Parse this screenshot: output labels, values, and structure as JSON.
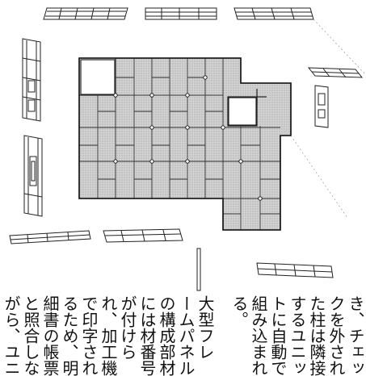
{
  "text_columns": [
    "き、チェッ",
    "クを外され",
    "た柱は隣接",
    "するユニッ",
    "トに自動で",
    "組み込まれ",
    "る。",
    "",
    "大型フレ",
    "ームパネル",
    "の構成部材",
    "には材番号",
    "が付けら",
    "れ、加工機",
    "で印字され",
    "るため、明",
    "細書の帳票",
    "と照合しな",
    "がら、ユニ"
  ],
  "colors": {
    "ink": "#222222",
    "tile": "#cfcfcf",
    "tile_dark": "#bdbdbd",
    "paper": "#ffffff"
  }
}
